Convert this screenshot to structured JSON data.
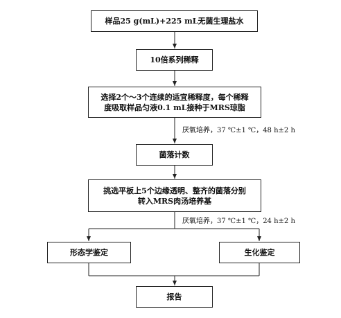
{
  "flowchart": {
    "steps": {
      "sample": "样品25 g(mL)+225 mL无菌生理盐水",
      "dilution": "10倍系列稀释",
      "select_plate": [
        "选择2个～3个连续的适宜稀释度，每个稀释",
        "度吸取样品匀液0.1 mL接种于MRS琼脂"
      ],
      "colony_count": "菌落计数",
      "pick_transfer": [
        "挑选平板上5个边缘透明、整齐的菌落分别",
        "转入MRS肉汤培养基"
      ],
      "morphology": "形态学鉴定",
      "biochemical": "生化鉴定",
      "report": "报告"
    },
    "conditions": {
      "incubation_48h": "厌氧培养，37 ℃±1 ℃，48 h±2 h",
      "incubation_24h": "厌氧培养，37 ℃±1 ℃，24 h±2 h"
    }
  }
}
